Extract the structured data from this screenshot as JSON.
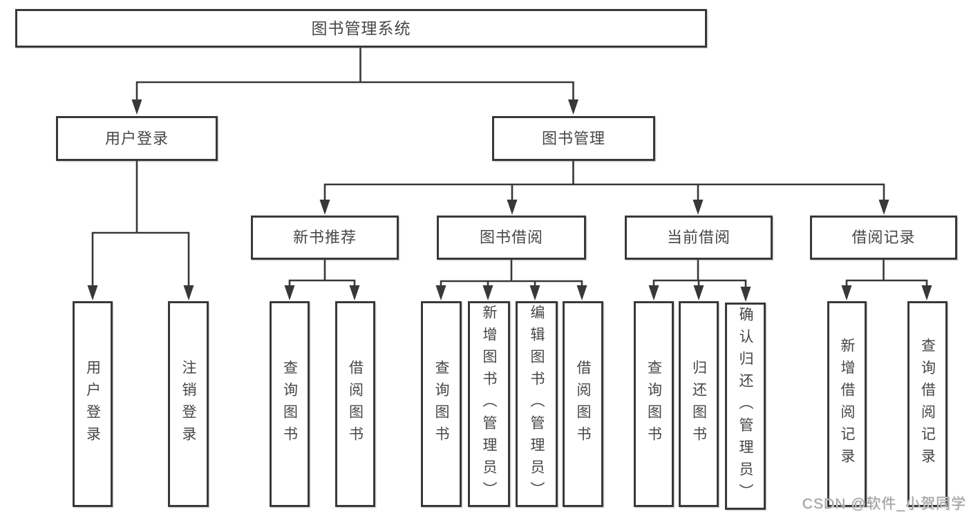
{
  "diagram": {
    "root": {
      "label": "图书管理系统"
    },
    "level2": [
      {
        "label": "用户登录"
      },
      {
        "label": "图书管理"
      }
    ],
    "level3": [
      {
        "label": "新书推荐"
      },
      {
        "label": "图书借阅"
      },
      {
        "label": "当前借阅"
      },
      {
        "label": "借阅记录"
      }
    ],
    "leaves": {
      "login": [
        "用户登录",
        "注销登录"
      ],
      "newbook": [
        "查询图书",
        "借阅图书"
      ],
      "borrow": [
        "查询图书",
        "新增图书（管理员）",
        "编辑图书（管理员）",
        "借阅图书"
      ],
      "current": [
        "查询图书",
        "归还图书",
        "确认归还（管理员）"
      ],
      "records": [
        "新增借阅记录",
        "查询借阅记录"
      ]
    }
  },
  "watermark": {
    "text": "CSDN @软件_小贺同学"
  },
  "colors": {
    "line": "#383838",
    "text": "#464646",
    "background": "#ffffff",
    "watermark": "#a2a2a2"
  }
}
